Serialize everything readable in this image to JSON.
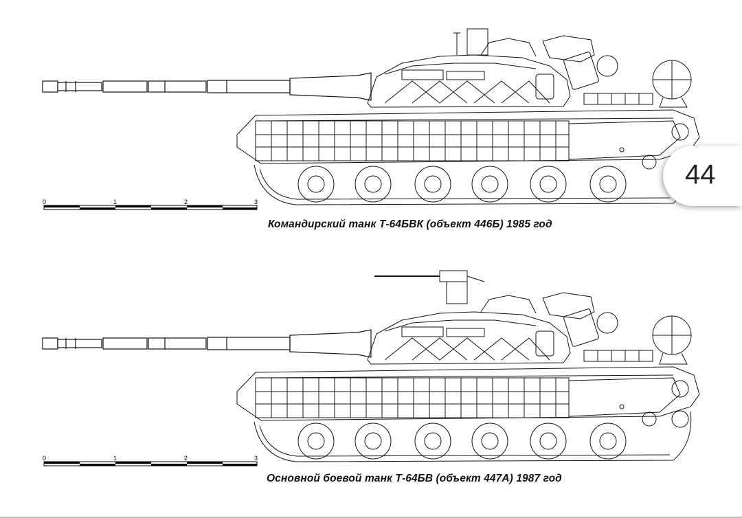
{
  "page": {
    "number": "44"
  },
  "figures": [
    {
      "caption": "Командирский  танк Т-64БВК (объект 446Б) 1985 год",
      "scale": {
        "ticks": [
          "0",
          "1",
          "2",
          "3"
        ]
      }
    },
    {
      "caption": "Основной боевой  танк Т-64БВ (объект 447А) 1987 год",
      "scale": {
        "ticks": [
          "0",
          "1",
          "2",
          "3"
        ]
      }
    }
  ]
}
